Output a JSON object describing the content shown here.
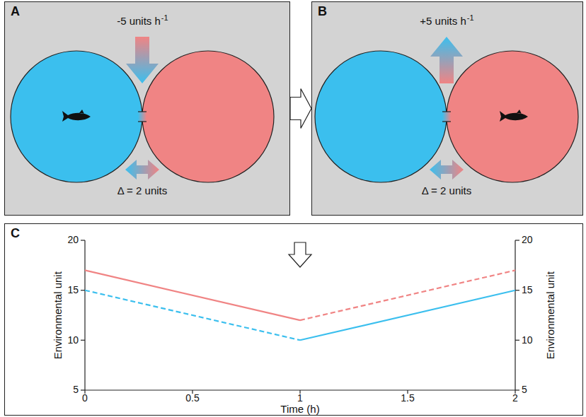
{
  "diagram": {
    "nodes": [
      {
        "text": [
          "A"
        ]
      },
      {
        "text": [
          "B"
        ]
      },
      {
        "text": [
          "C"
        ]
      }
    ],
    "edges": [
      {
        "from": 0,
        "to": 1,
        "arrow": "to"
      }
    ],
    "labels": [
      "-5 units h",
      "-1",
      "Δ = 2 units",
      "+5 units h",
      "-1",
      "Δ = 2 units",
      "Environmental unit",
      "Environmental unit",
      "Time (h)",
      "20",
      "15",
      "10",
      "5",
      "20",
      "15",
      "10",
      "5",
      "0",
      "0.5",
      "1",
      "1.5",
      "2"
    ]
  }
}
